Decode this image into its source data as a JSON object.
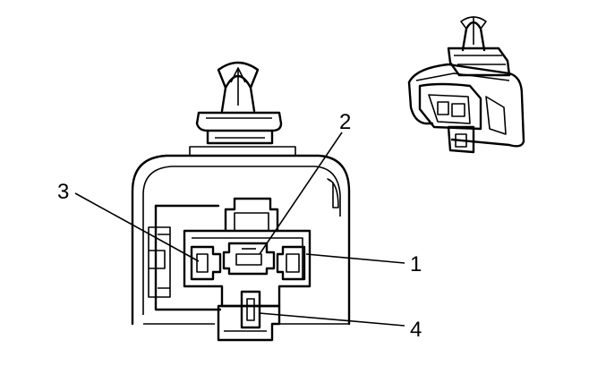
{
  "figure": {
    "type": "connector end view",
    "callouts": [
      "1",
      "2",
      "3",
      "4"
    ]
  },
  "colors": {
    "line": "#000000",
    "background": "#ffffff"
  }
}
